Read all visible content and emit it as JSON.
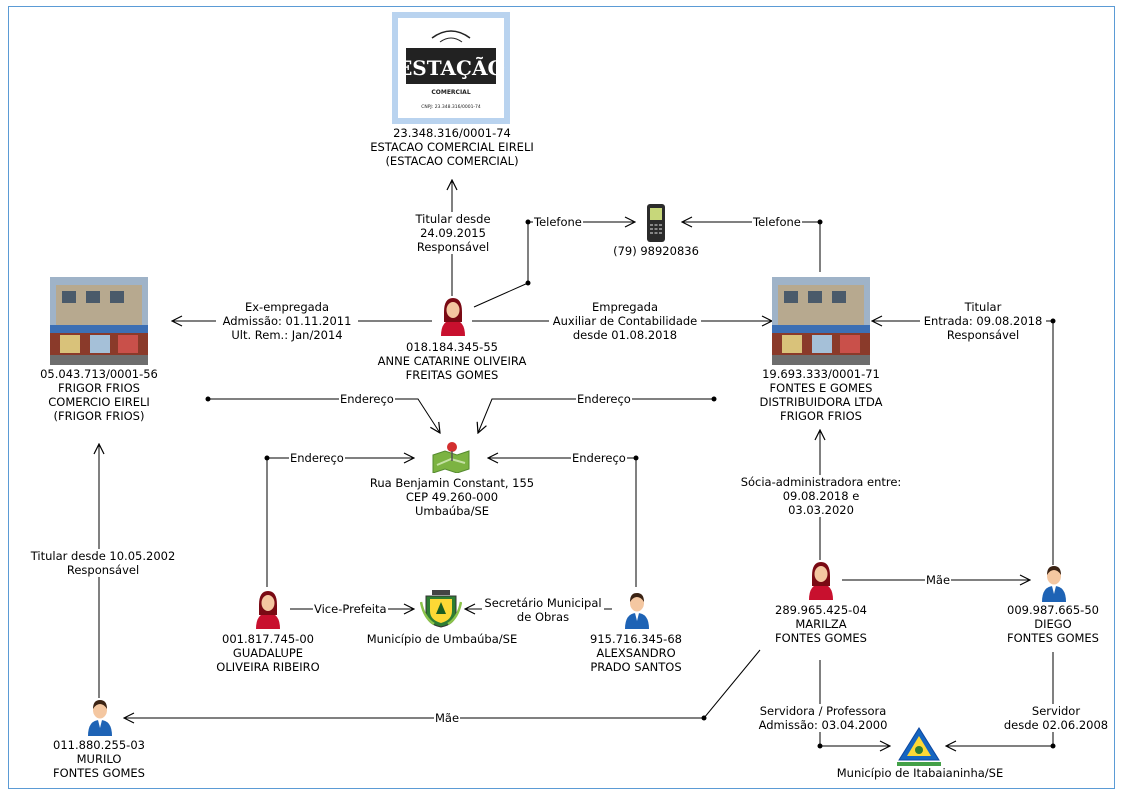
{
  "company_main": {
    "logo_text": "ESTAÇÃO",
    "logo_sub": "COMERCIAL",
    "logo_cnpj": "CNPJ: 23.348.316/0001-74",
    "cnpj": "23.348.316/0001-74",
    "name": "ESTACAO COMERCIAL EIRELI",
    "alias": "(ESTACAO COMERCIAL)"
  },
  "phone": {
    "number": "(79) 98920836"
  },
  "anne": {
    "cpf": "018.184.345-55",
    "name1": "ANNE CATARINE OLIVEIRA",
    "name2": "FREITAS GOMES"
  },
  "frigor": {
    "cnpj": "05.043.713/0001-56",
    "name1": "FRIGOR FRIOS",
    "name2": "COMERCIO EIRELI",
    "name3": "(FRIGOR FRIOS)"
  },
  "fontes": {
    "cnpj": "19.693.333/0001-71",
    "name1": "FONTES E GOMES",
    "name2": "DISTRIBUIDORA LTDA",
    "name3": "FRIGOR FRIOS"
  },
  "address": {
    "line1": "Rua Benjamin Constant, 155",
    "line2": "CEP 49.260-000",
    "line3": "Umbaúba/SE"
  },
  "guadalupe": {
    "cpf": "001.817.745-00",
    "name1": "GUADALUPE",
    "name2": "OLIVEIRA RIBEIRO"
  },
  "umbauba": {
    "name": "Município de Umbaúba/SE"
  },
  "alexsandro": {
    "cpf": "915.716.345-68",
    "name1": "ALEXSANDRO",
    "name2": "PRADO SANTOS"
  },
  "marilza": {
    "cpf": "289.965.425-04",
    "name1": "MARILZA",
    "name2": "FONTES GOMES"
  },
  "diego": {
    "cpf": "009.987.665-50",
    "name1": "DIEGO",
    "name2": "FONTES GOMES"
  },
  "murilo": {
    "cpf": "011.880.255-03",
    "name1": "MURILO",
    "name2": "FONTES GOMES"
  },
  "itabaianinha": {
    "name": "Município de Itabaianinha/SE"
  },
  "edges": {
    "titular_estacao": {
      "l1": "Titular desde",
      "l2": "24.09.2015",
      "l3": "Responsável"
    },
    "telefone_left": "Telefone",
    "telefone_right": "Telefone",
    "ex_empregada": {
      "l1": "Ex-empregada",
      "l2": "Admissão: 01.11.2011",
      "l3": "Ult. Rem.: Jan/2014"
    },
    "empregada": {
      "l1": "Empregada",
      "l2": "Auxiliar de Contabilidade",
      "l3": "desde 01.08.2018"
    },
    "titular_fontes": {
      "l1": "Titular",
      "l2": "Entrada: 09.08.2018",
      "l3": "Responsável"
    },
    "endereco_frigor": "Endereço",
    "endereco_fontes": "Endereço",
    "endereco_guadalupe": "Endereço",
    "endereco_alexsandro": "Endereço",
    "socia": {
      "l1": "Sócia-administradora entre:",
      "l2": "09.08.2018 e",
      "l3": "03.03.2020"
    },
    "titular_frigor": {
      "l1": "Titular desde 10.05.2002",
      "l2": "Responsável"
    },
    "vice_prefeita": "Vice-Prefeita",
    "secretario": {
      "l1": "Secretário Municipal",
      "l2": "de Obras"
    },
    "mae_diego": "Mãe",
    "mae_murilo": "Mãe",
    "servidora": {
      "l1": "Servidora / Professora",
      "l2": "Admissão: 03.04.2000"
    },
    "servidor": {
      "l1": "Servidor",
      "l2": "desde 02.06.2008"
    }
  }
}
